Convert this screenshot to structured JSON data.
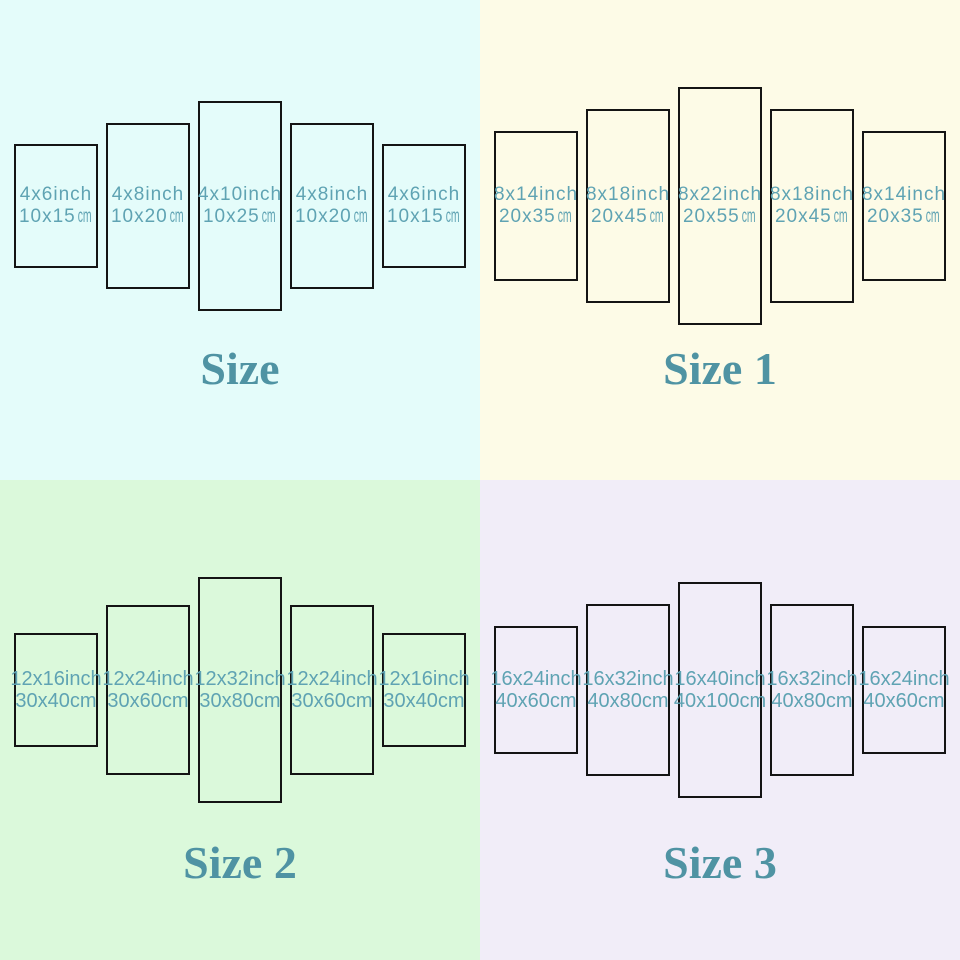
{
  "colors": {
    "label_text": "#5fa3b3",
    "title_text": "#4f93a3",
    "panel_border": "#141414",
    "bg_top_left": "#e4fcfa",
    "bg_top_right": "#fdfbe7",
    "bg_bottom_left": "#dbf9db",
    "bg_bottom_right": "#f1edf8"
  },
  "quadrants": [
    {
      "title": "Size",
      "bg": "#e4fcfa",
      "panels": [
        {
          "inch": "4x6inch",
          "metric": "10x15",
          "unit": "cm"
        },
        {
          "inch": "4x8inch",
          "metric": "10x20",
          "unit": "cm"
        },
        {
          "inch": "4x10inch",
          "metric": "10x25",
          "unit": "cm"
        },
        {
          "inch": "4x8inch",
          "metric": "10x20",
          "unit": "cm"
        },
        {
          "inch": "4x6inch",
          "metric": "10x15",
          "unit": "cm"
        }
      ]
    },
    {
      "title": "Size 1",
      "bg": "#fdfbe7",
      "panels": [
        {
          "inch": "8x14inch",
          "metric": "20x35",
          "unit": "cm"
        },
        {
          "inch": "8x18inch",
          "metric": "20x45",
          "unit": "cm"
        },
        {
          "inch": "8x22inch",
          "metric": "20x55",
          "unit": "cm"
        },
        {
          "inch": "8x18inch",
          "metric": "20x45",
          "unit": "cm"
        },
        {
          "inch": "8x14inch",
          "metric": "20x35",
          "unit": "cm"
        }
      ]
    },
    {
      "title": "Size 2",
      "bg": "#dbf9db",
      "panels": [
        {
          "inch": "12x16inch",
          "metric": "30x40",
          "unit": "cm"
        },
        {
          "inch": "12x24inch",
          "metric": "30x60",
          "unit": "cm"
        },
        {
          "inch": "12x32inch",
          "metric": "30x80",
          "unit": "cm"
        },
        {
          "inch": "12x24inch",
          "metric": "30x60",
          "unit": "cm"
        },
        {
          "inch": "12x16inch",
          "metric": "30x40",
          "unit": "cm"
        }
      ]
    },
    {
      "title": "Size 3",
      "bg": "#f1edf8",
      "panels": [
        {
          "inch": "16x24inch",
          "metric": "40x60",
          "unit": "cm"
        },
        {
          "inch": "16x32inch",
          "metric": "40x80",
          "unit": "cm"
        },
        {
          "inch": "16x40inch",
          "metric": "40x100",
          "unit": "cm"
        },
        {
          "inch": "16x32inch",
          "metric": "40x80",
          "unit": "cm"
        },
        {
          "inch": "16x24inch",
          "metric": "40x60",
          "unit": "cm"
        }
      ]
    }
  ]
}
